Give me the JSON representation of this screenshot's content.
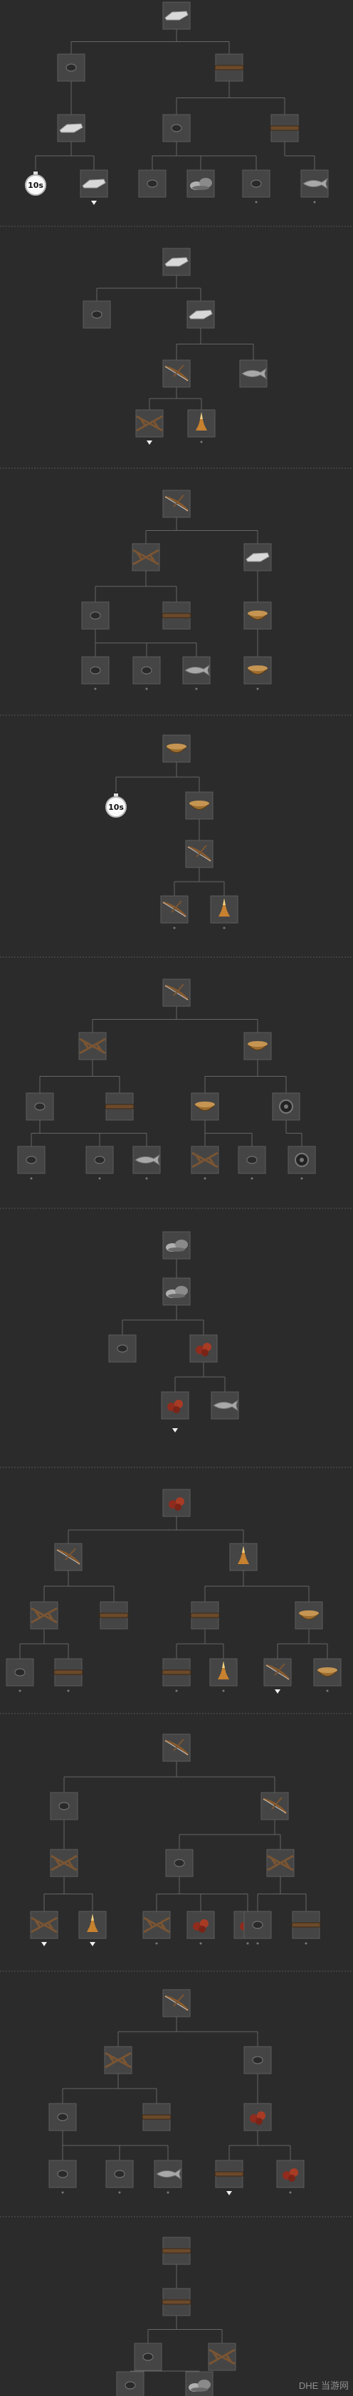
{
  "timer_label": "10s",
  "watermark": "当游网",
  "watermark_logo": "DHE",
  "colors": {
    "background": "#2b2b2b",
    "tile": "#454545",
    "tile_border": "#5c5c5c",
    "line": "#666666",
    "marker": "#f0f0f0"
  },
  "icons": [
    "pebble-icon",
    "flint-icon",
    "flint-tool-icon",
    "log-icon",
    "branch-icon",
    "stone-pile-icon",
    "fish-icon",
    "stopwatch-icon",
    "bowl-icon",
    "bow-icon",
    "fire-icon",
    "berries-icon",
    "gear-icon",
    "sapling-icon"
  ]
}
